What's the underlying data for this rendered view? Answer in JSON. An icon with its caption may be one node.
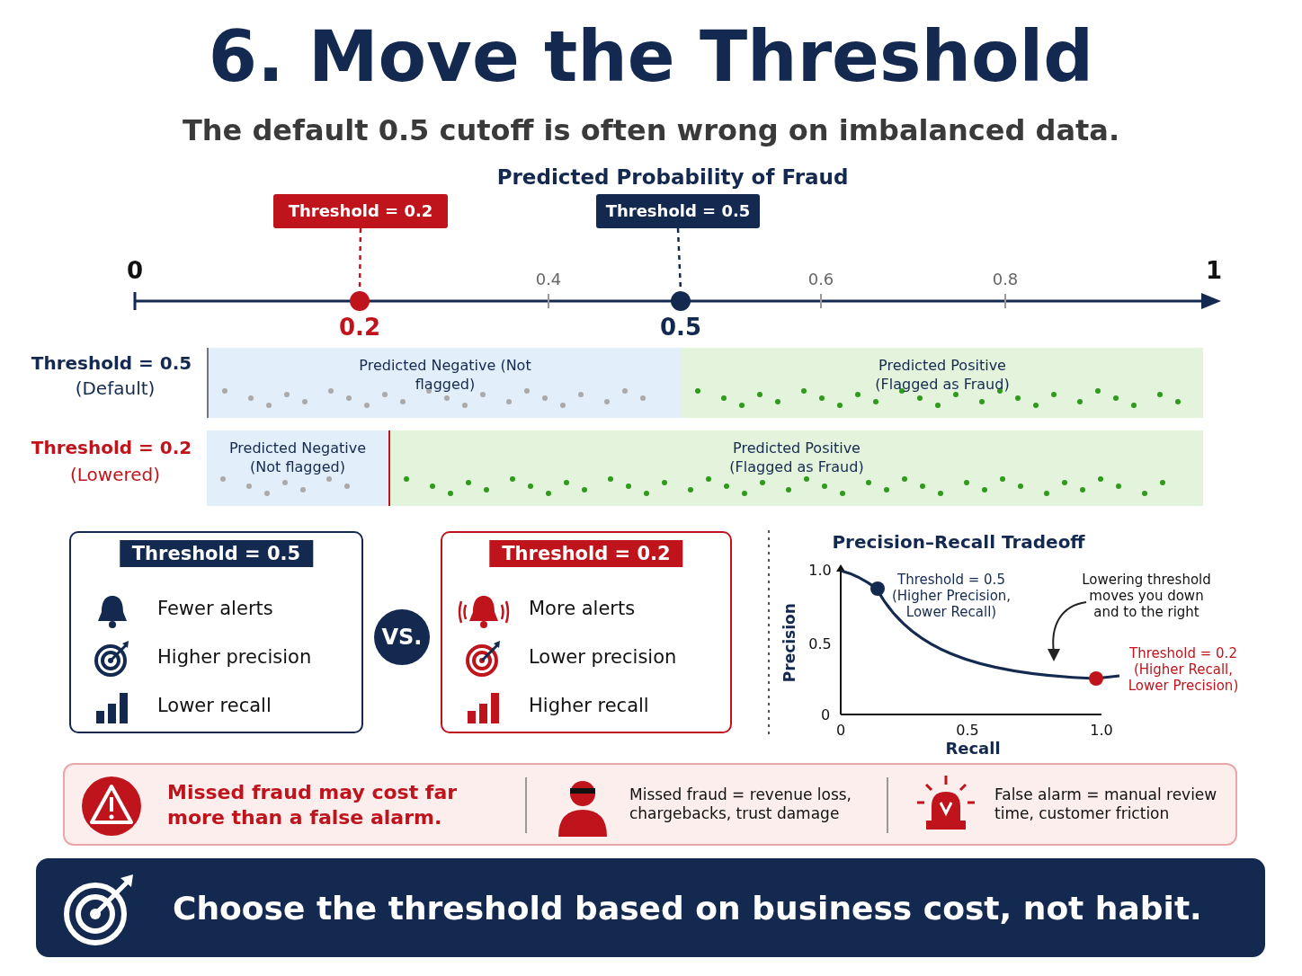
{
  "diagram": {
    "title": "6. Move the Threshold",
    "nodes": [
      {
        "text": [
          "Threshold = 0.2"
        ]
      },
      {
        "text": [
          "Threshold = 0.5"
        ]
      },
      {
        "text": [],
        "shape": "circle"
      },
      {
        "text": [],
        "shape": "circle"
      },
      {
        "text": [
          "Predicted Negative (Not flagged)"
        ]
      },
      {
        "text": [
          "Predicted Positive (Flagged as Fraud)"
        ]
      },
      {
        "text": [
          "Predicted Negative (Not flagged)"
        ]
      },
      {
        "text": [
          "Predicted Positive (Flagged as Fraud)"
        ]
      },
      {
        "text": [
          "Threshold = 0.5",
          "Fewer alerts",
          "Higher precision",
          "Lower recall"
        ]
      },
      {
        "text": [
          "VS."
        ]
      },
      {
        "text": [
          "Threshold = 0.2",
          "More alerts",
          "Lower precision",
          "Higher recall"
        ]
      },
      {
        "text": [
          "Missed fraud may cost far more than a false alarm.",
          "Missed fraud = revenue loss, chargebacks, trust damage",
          "False alarm = manual review time, customer friction"
        ]
      },
      {
        "text": [
          "Choose the threshold based on **business cost**, not habit."
        ]
      }
    ],
    "edges": [
      {
        "from": 0,
        "to": 2,
        "arrow": "none",
        "style": "dashed",
        "color": "#c0141c"
      },
      {
        "from": 1,
        "to": 3,
        "arrow": "none",
        "style": "dashed",
        "color": "#14294f"
      }
    ],
    "labels": [
      "The default 0.5 cutoff is often wrong on imbalanced data.",
      "Predicted Probability of Fraud",
      "0",
      "0.4",
      "0.6",
      "0.8",
      "1",
      "0.2",
      "0.5",
      "Threshold = 0.5",
      "(Default)",
      "Threshold = 0.2",
      "(Lowered)",
      "Precision–Recall Tradeoff",
      "1.0",
      "Threshold = 0.5 (Higher Precision, Lower Recall)",
      "Lowering threshold moves you down and to the right",
      "Precision",
      "0.5",
      "Threshold = 0.2 (Higher Recall, Lower Precision)",
      "0",
      "0",
      "0.5",
      "1.0",
      "Recall"
    ]
  }
}
